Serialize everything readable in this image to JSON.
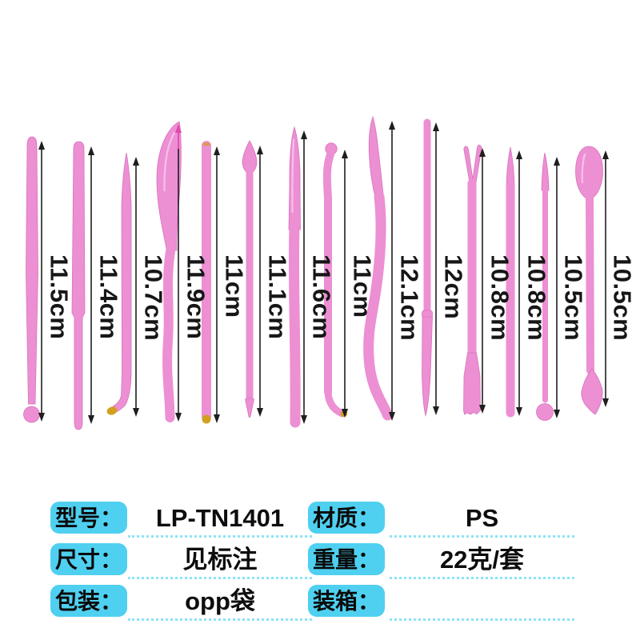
{
  "product_diagram": {
    "tools": [
      {
        "name": "ball-tip-stick",
        "length": "11.5cm"
      },
      {
        "name": "straight-rod",
        "length": "11.4cm"
      },
      {
        "name": "left-hook-tool",
        "length": "10.7cm"
      },
      {
        "name": "knife-blade-tool",
        "length": "11.9cm"
      },
      {
        "name": "yellow-tip-rod",
        "length": "11cm"
      },
      {
        "name": "leaf-point-tool",
        "length": "11.1cm"
      },
      {
        "name": "flat-blade-tool",
        "length": "11.6cm"
      },
      {
        "name": "ball-head-hook-tool",
        "length": "11cm"
      },
      {
        "name": "s-curve-tool",
        "length": "12.1cm"
      },
      {
        "name": "needle-rod-tool",
        "length": "12cm"
      },
      {
        "name": "fork-chisel-tool",
        "length": "10.8cm"
      },
      {
        "name": "taper-point-rod",
        "length": "10.8cm"
      },
      {
        "name": "cone-ball-tool",
        "length": "10.5cm"
      },
      {
        "name": "spoon-diamond-tool",
        "length": "10.5cm"
      }
    ]
  },
  "specs": {
    "model": {
      "label": "型号：",
      "value": "LP-TN1401"
    },
    "material": {
      "label": "材质：",
      "value": "PS"
    },
    "size": {
      "label": "尺寸：",
      "value": "见标注"
    },
    "weight": {
      "label": "重量：",
      "value": "22克/套"
    },
    "packaging": {
      "label": "包装：",
      "value": "opp袋"
    },
    "carton": {
      "label": "装箱：",
      "value": ""
    }
  },
  "colors": {
    "tool_pink": "#ec8fd3",
    "tip_yellow": "#d2a01f",
    "label_cyan": "#4fd0f0",
    "dotted_cyan": "#8ce4f8",
    "arrow_black": "#1e1e1e",
    "arrow_magenta": "#e348b1"
  }
}
